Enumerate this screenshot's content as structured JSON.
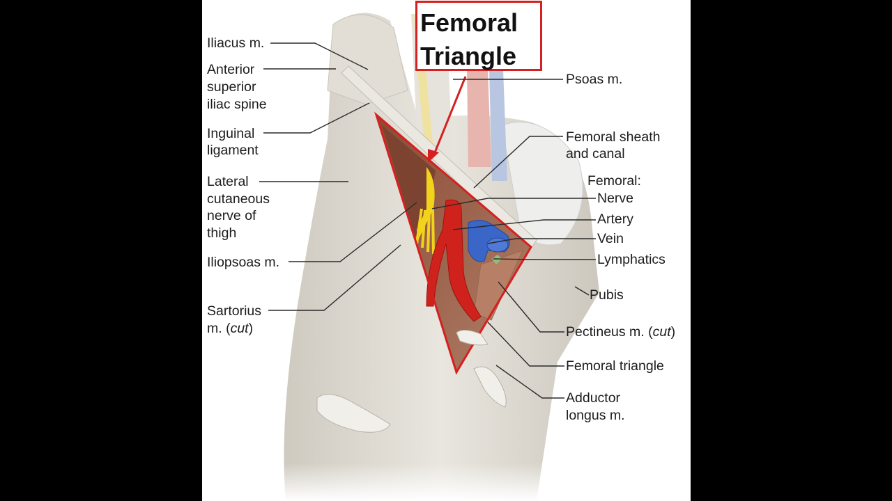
{
  "callout": {
    "line1": "Femoral",
    "line2": "Triangle",
    "color": "#d42020"
  },
  "labels_left": {
    "iliacus": "Iliacus m.",
    "asis_1": "Anterior",
    "asis_2": "superior",
    "asis_3": "iliac spine",
    "inguinal_1": "Inguinal",
    "inguinal_2": "ligament",
    "lcn_1": "Lateral",
    "lcn_2": "cutaneous",
    "lcn_3": "nerve of",
    "lcn_4": "thigh",
    "iliopsoas": "Iliopsoas m.",
    "sartorius_1": "Sartorius",
    "sartorius_2a": "m. (",
    "sartorius_2b": "cut",
    "sartorius_2c": ")"
  },
  "labels_right": {
    "psoas": "Psoas m.",
    "sheath_1": "Femoral sheath",
    "sheath_2": "and canal",
    "femoral_header": "Femoral:",
    "nerve": "Nerve",
    "artery": "Artery",
    "vein": "Vein",
    "lymphatics": "Lymphatics",
    "pubis": "Pubis",
    "pectineus_a": "Pectineus m. (",
    "pectineus_b": "cut",
    "pectineus_c": ")",
    "femoral_triangle": "Femoral triangle",
    "adductor_1": "Adductor",
    "adductor_2": "longus m."
  },
  "colors": {
    "muscle": "#dcd8cf",
    "artery": "#d0221c",
    "vein": "#3a66c8",
    "nerve": "#f2d21a",
    "triangle_outline": "#d42020"
  }
}
